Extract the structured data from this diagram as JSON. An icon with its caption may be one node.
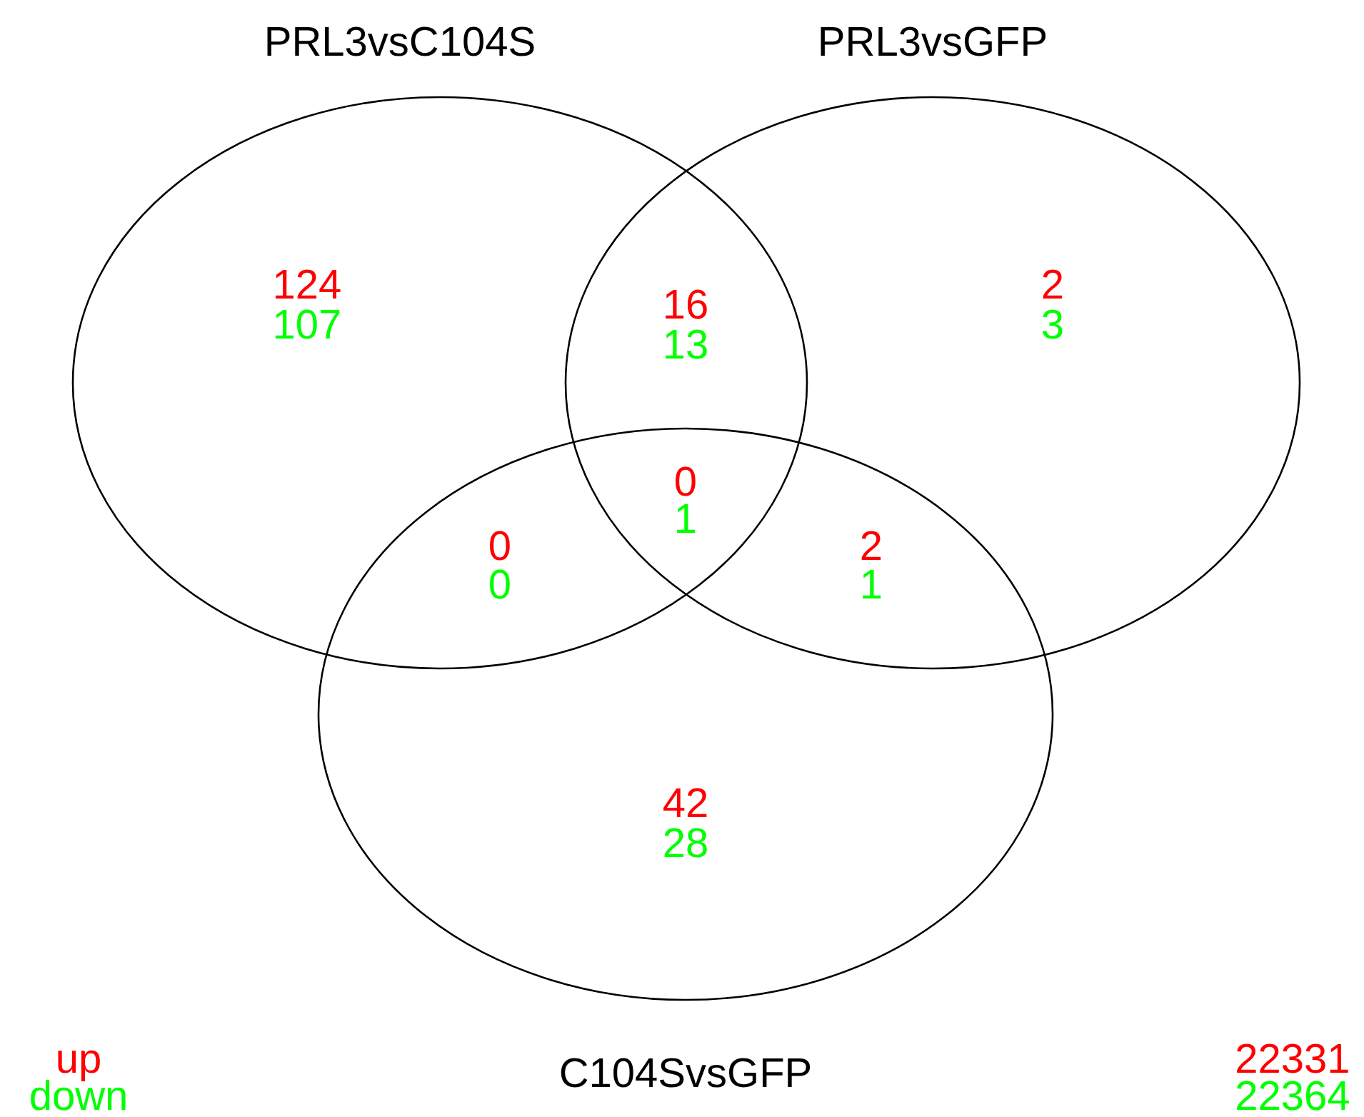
{
  "diagram": {
    "nodes": [
      {
        "text": [
          "PRL3vsC104S"
        ]
      },
      {
        "text": [
          "PRL3vsGFP"
        ]
      },
      {
        "text": [
          "C104SvsGFP"
        ]
      }
    ],
    "labels": [
      "124",
      "107",
      "16",
      "13",
      "2",
      "3",
      "0",
      "1",
      "0",
      "0",
      "2",
      "1",
      "42",
      "28",
      "22331",
      "22364"
    ],
    "legend": [
      {
        "text": "up",
        "color": "#ff0000"
      },
      {
        "text": "down",
        "color": "#00ff00"
      }
    ]
  }
}
